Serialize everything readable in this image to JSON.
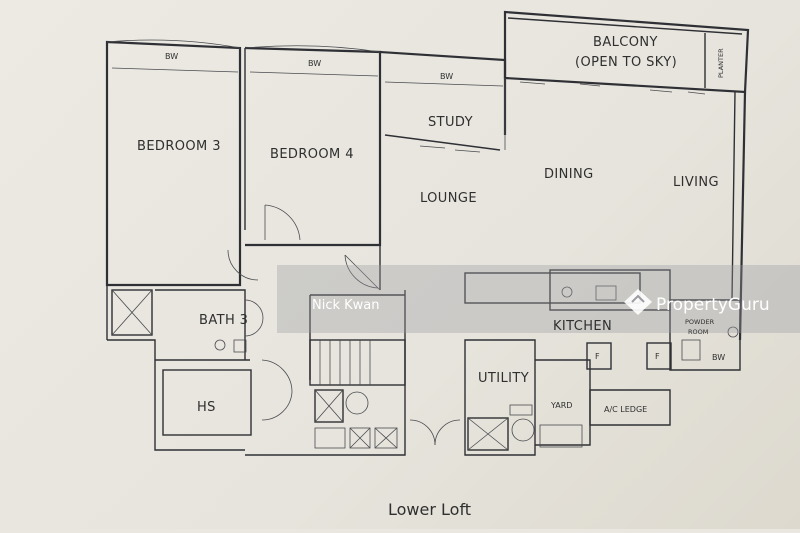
{
  "plan": {
    "caption": "Lower Loft",
    "rooms": {
      "bedroom3": "BEDROOM 3",
      "bedroom4": "BEDROOM 4",
      "study": "STUDY",
      "balcony_line1": "BALCONY",
      "balcony_line2": "(OPEN TO SKY)",
      "planter": "PLANTER",
      "lounge": "LOUNGE",
      "dining": "DINING",
      "living": "LIVING",
      "bath3": "BATH 3",
      "hs": "HS",
      "utility": "UTILITY",
      "yard": "YARD",
      "kitchen": "KITCHEN",
      "ac_ledge": "A/C LEDGE",
      "powder_room_line1": "POWDER",
      "powder_room_line2": "ROOM"
    },
    "bay_windows": [
      "BW",
      "BW",
      "BW",
      "BW"
    ],
    "fridge_labels": [
      "F",
      "F"
    ]
  },
  "watermarks": {
    "user": "Nick Kwan",
    "brand": "PropertyGuru"
  }
}
